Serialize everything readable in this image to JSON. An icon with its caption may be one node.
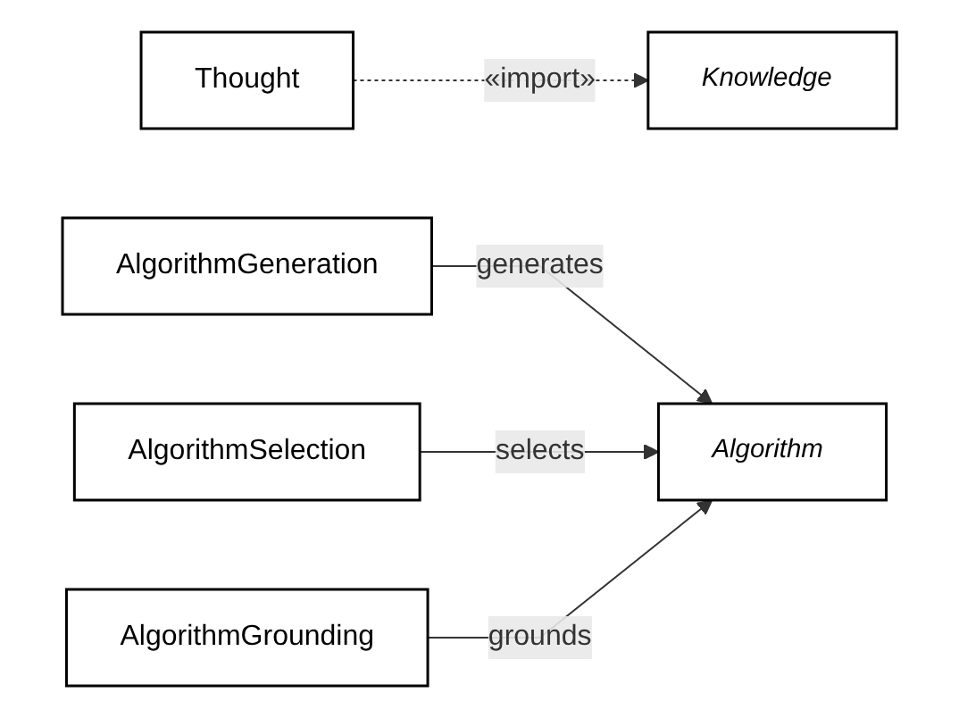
{
  "diagram": {
    "nodes": [
      {
        "text": [
          "Thought"
        ]
      },
      {
        "text": [
          "Knowledge"
        ]
      },
      {
        "text": [
          "AlgorithmGeneration"
        ]
      },
      {
        "text": [
          "AlgorithmSelection"
        ]
      },
      {
        "text": [
          "AlgorithmGrounding"
        ]
      },
      {
        "text": [
          "Algorithm"
        ]
      }
    ],
    "edges": [
      {
        "from": 0,
        "to": 1,
        "arrow": "to",
        "style": "dashed",
        "label": "«import»"
      },
      {
        "from": 2,
        "to": 5,
        "arrow": "to",
        "label": "generates"
      },
      {
        "from": 3,
        "to": 5,
        "arrow": "to",
        "label": "selects"
      },
      {
        "from": 4,
        "to": 5,
        "arrow": "to",
        "label": "grounds"
      }
    ]
  }
}
